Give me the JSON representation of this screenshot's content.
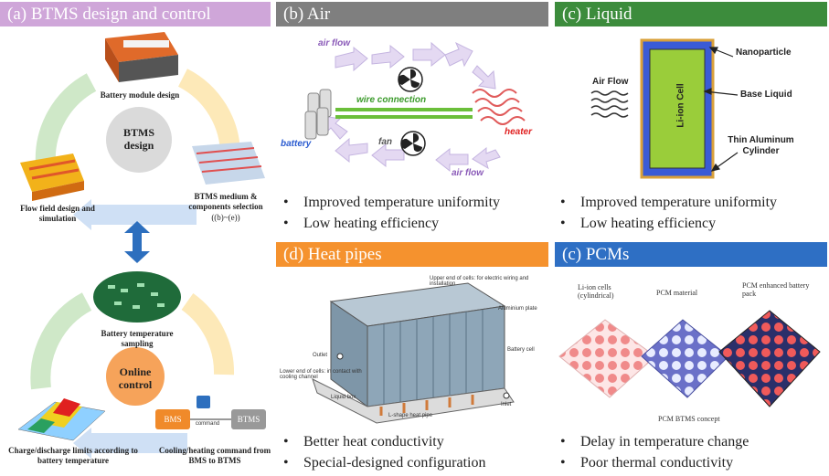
{
  "panel_a": {
    "title": "(a) BTMS design and control",
    "color": "#cfa6d9",
    "battery_module": "Battery module design",
    "btms_design": "BTMS design",
    "btms_medium": "BTMS medium & components selection",
    "btms_medium_ref": "((b)~(e))",
    "flow_field": "Flow field design and simulation",
    "battery_temp": "Battery temperature sampling",
    "online_control": "Online control",
    "cooling_cmd": "Cooling/heating command from BMS to BTMS",
    "charge_limits": "Charge/discharge limits according to battery temperature",
    "bms": "BMS",
    "btms": "BTMS",
    "command": "command"
  },
  "panel_b": {
    "title": "(b) Air",
    "color": "#7f7f7f",
    "air_flow_top": "air flow",
    "wire_connection": "wire connection",
    "battery": "battery",
    "heater": "heater",
    "fan": "fan",
    "air_flow_bottom": "air flow",
    "bullets": [
      "Improved temperature uniformity",
      "Low heating efficiency"
    ]
  },
  "panel_c": {
    "title": "(c) Liquid",
    "color": "#3c8c3c",
    "air_flow": "Air Flow",
    "cell": "Li-ion Cell",
    "nanoparticle": "Nanoparticle",
    "base_liquid": "Base Liquid",
    "cylinder": "Thin Aluminum Cylinder",
    "bullets": [
      "Improved temperature uniformity",
      "Low heating efficiency"
    ]
  },
  "panel_d": {
    "title": "(d) Heat pipes",
    "color": "#f5922e",
    "upper_end": "Upper end of cells: for electric wiring and installation",
    "aluminium": "Aluminium plate",
    "battery_cell": "Battery cell",
    "outlet": "Outlet",
    "lower_end": "Lower end of cells: in contact with cooling channel",
    "liquid_box": "Liquid box",
    "inlet": "Inlet",
    "heat_pipe": "L-shape heat pipe",
    "bullets": [
      "Better heat conductivity",
      "Special-designed configuration"
    ]
  },
  "panel_e": {
    "title": "(c) PCMs",
    "color": "#2e6fc4",
    "li_ion": "Li-ion cells (cylindrical)",
    "pcm_material": "PCM material",
    "pcm_pack": "PCM enhanced battery pack",
    "concept": "PCM BTMS concept",
    "bullets": [
      "Delay in temperature change",
      "Poor thermal conductivity"
    ]
  }
}
